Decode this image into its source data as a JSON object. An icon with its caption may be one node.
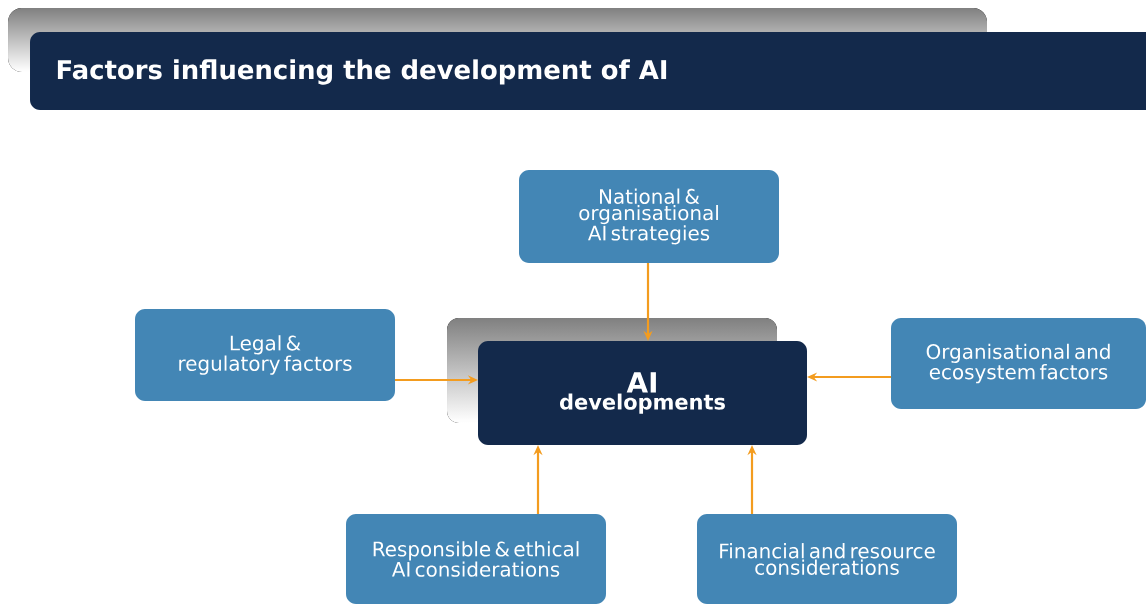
{
  "diagram": {
    "title": "Factors influencing the development of AI",
    "nodes": [
      {
        "text": [
          "National & organisational AI strategies"
        ]
      },
      {
        "text": [
          "Legal & regulatory factors"
        ]
      },
      {
        "text": [
          "AI",
          "developments"
        ]
      },
      {
        "text": [
          "Organisational and ecosystem factors"
        ]
      },
      {
        "text": [
          "Responsible & ethical AI considerations"
        ]
      },
      {
        "text": [
          "Financial and resource considerations"
        ]
      }
    ],
    "edges": [
      {
        "from": 0,
        "to": 2,
        "arrow": "to"
      },
      {
        "from": 1,
        "to": 2,
        "arrow": "to"
      },
      {
        "from": 3,
        "to": 2,
        "arrow": "to"
      },
      {
        "from": 4,
        "to": 2,
        "arrow": "to"
      },
      {
        "from": 5,
        "to": 2,
        "arrow": "to"
      }
    ]
  }
}
